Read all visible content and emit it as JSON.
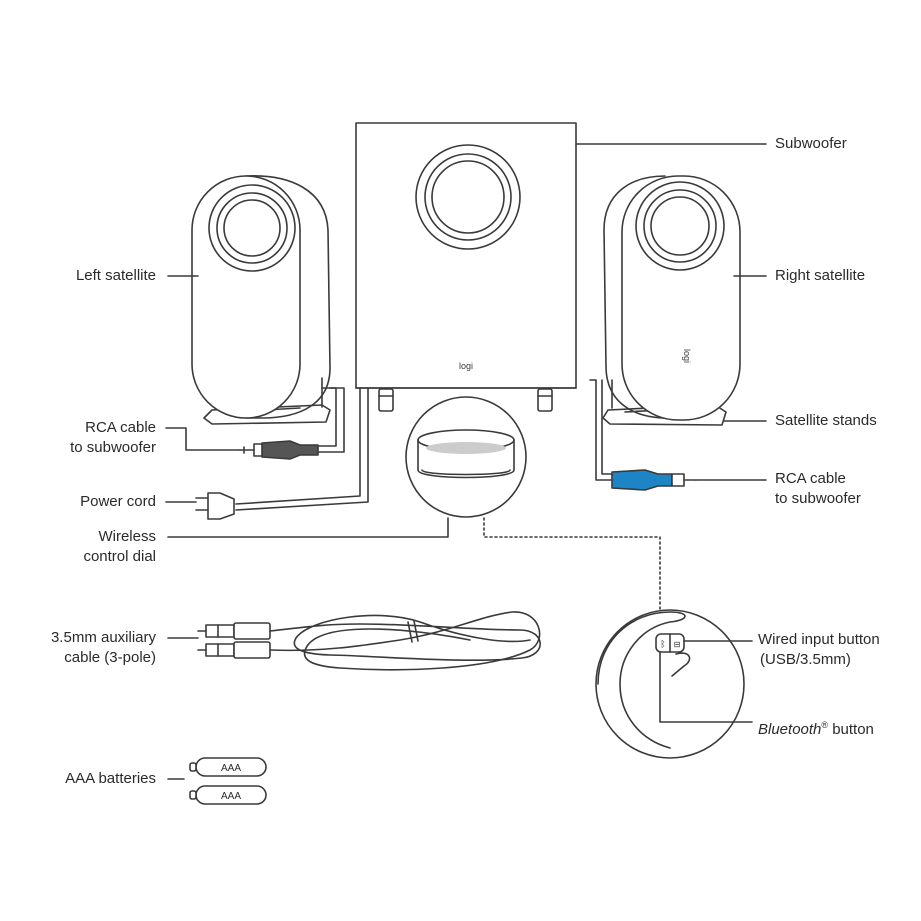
{
  "labels": {
    "subwoofer": "Subwoofer",
    "left_satellite": "Left satellite",
    "right_satellite": "Right satellite",
    "rca_cable_left_1": "RCA cable",
    "rca_cable_left_2": "to subwoofer",
    "satellite_stands": "Satellite stands",
    "power_cord": "Power cord",
    "rca_cable_right_1": "RCA cable",
    "rca_cable_right_2": "to subwoofer",
    "wireless_dial_1": "Wireless",
    "wireless_dial_2": "control dial",
    "aux_cable_1": "3.5mm auxiliary",
    "aux_cable_2": "cable (3-pole)",
    "wired_input_1": "Wired input button",
    "wired_input_2": "(USB/3.5mm)",
    "bluetooth_italic": "Bluetooth",
    "bluetooth_reg": "®",
    "bluetooth_rest": " button",
    "aaa_batteries": "AAA batteries"
  },
  "logo": {
    "text": "logi"
  },
  "batteries": {
    "label": "AAA"
  },
  "colors": {
    "line": "#3a3a3a",
    "rca_blue": "#1d84c6",
    "rca_gray": "#555555"
  }
}
